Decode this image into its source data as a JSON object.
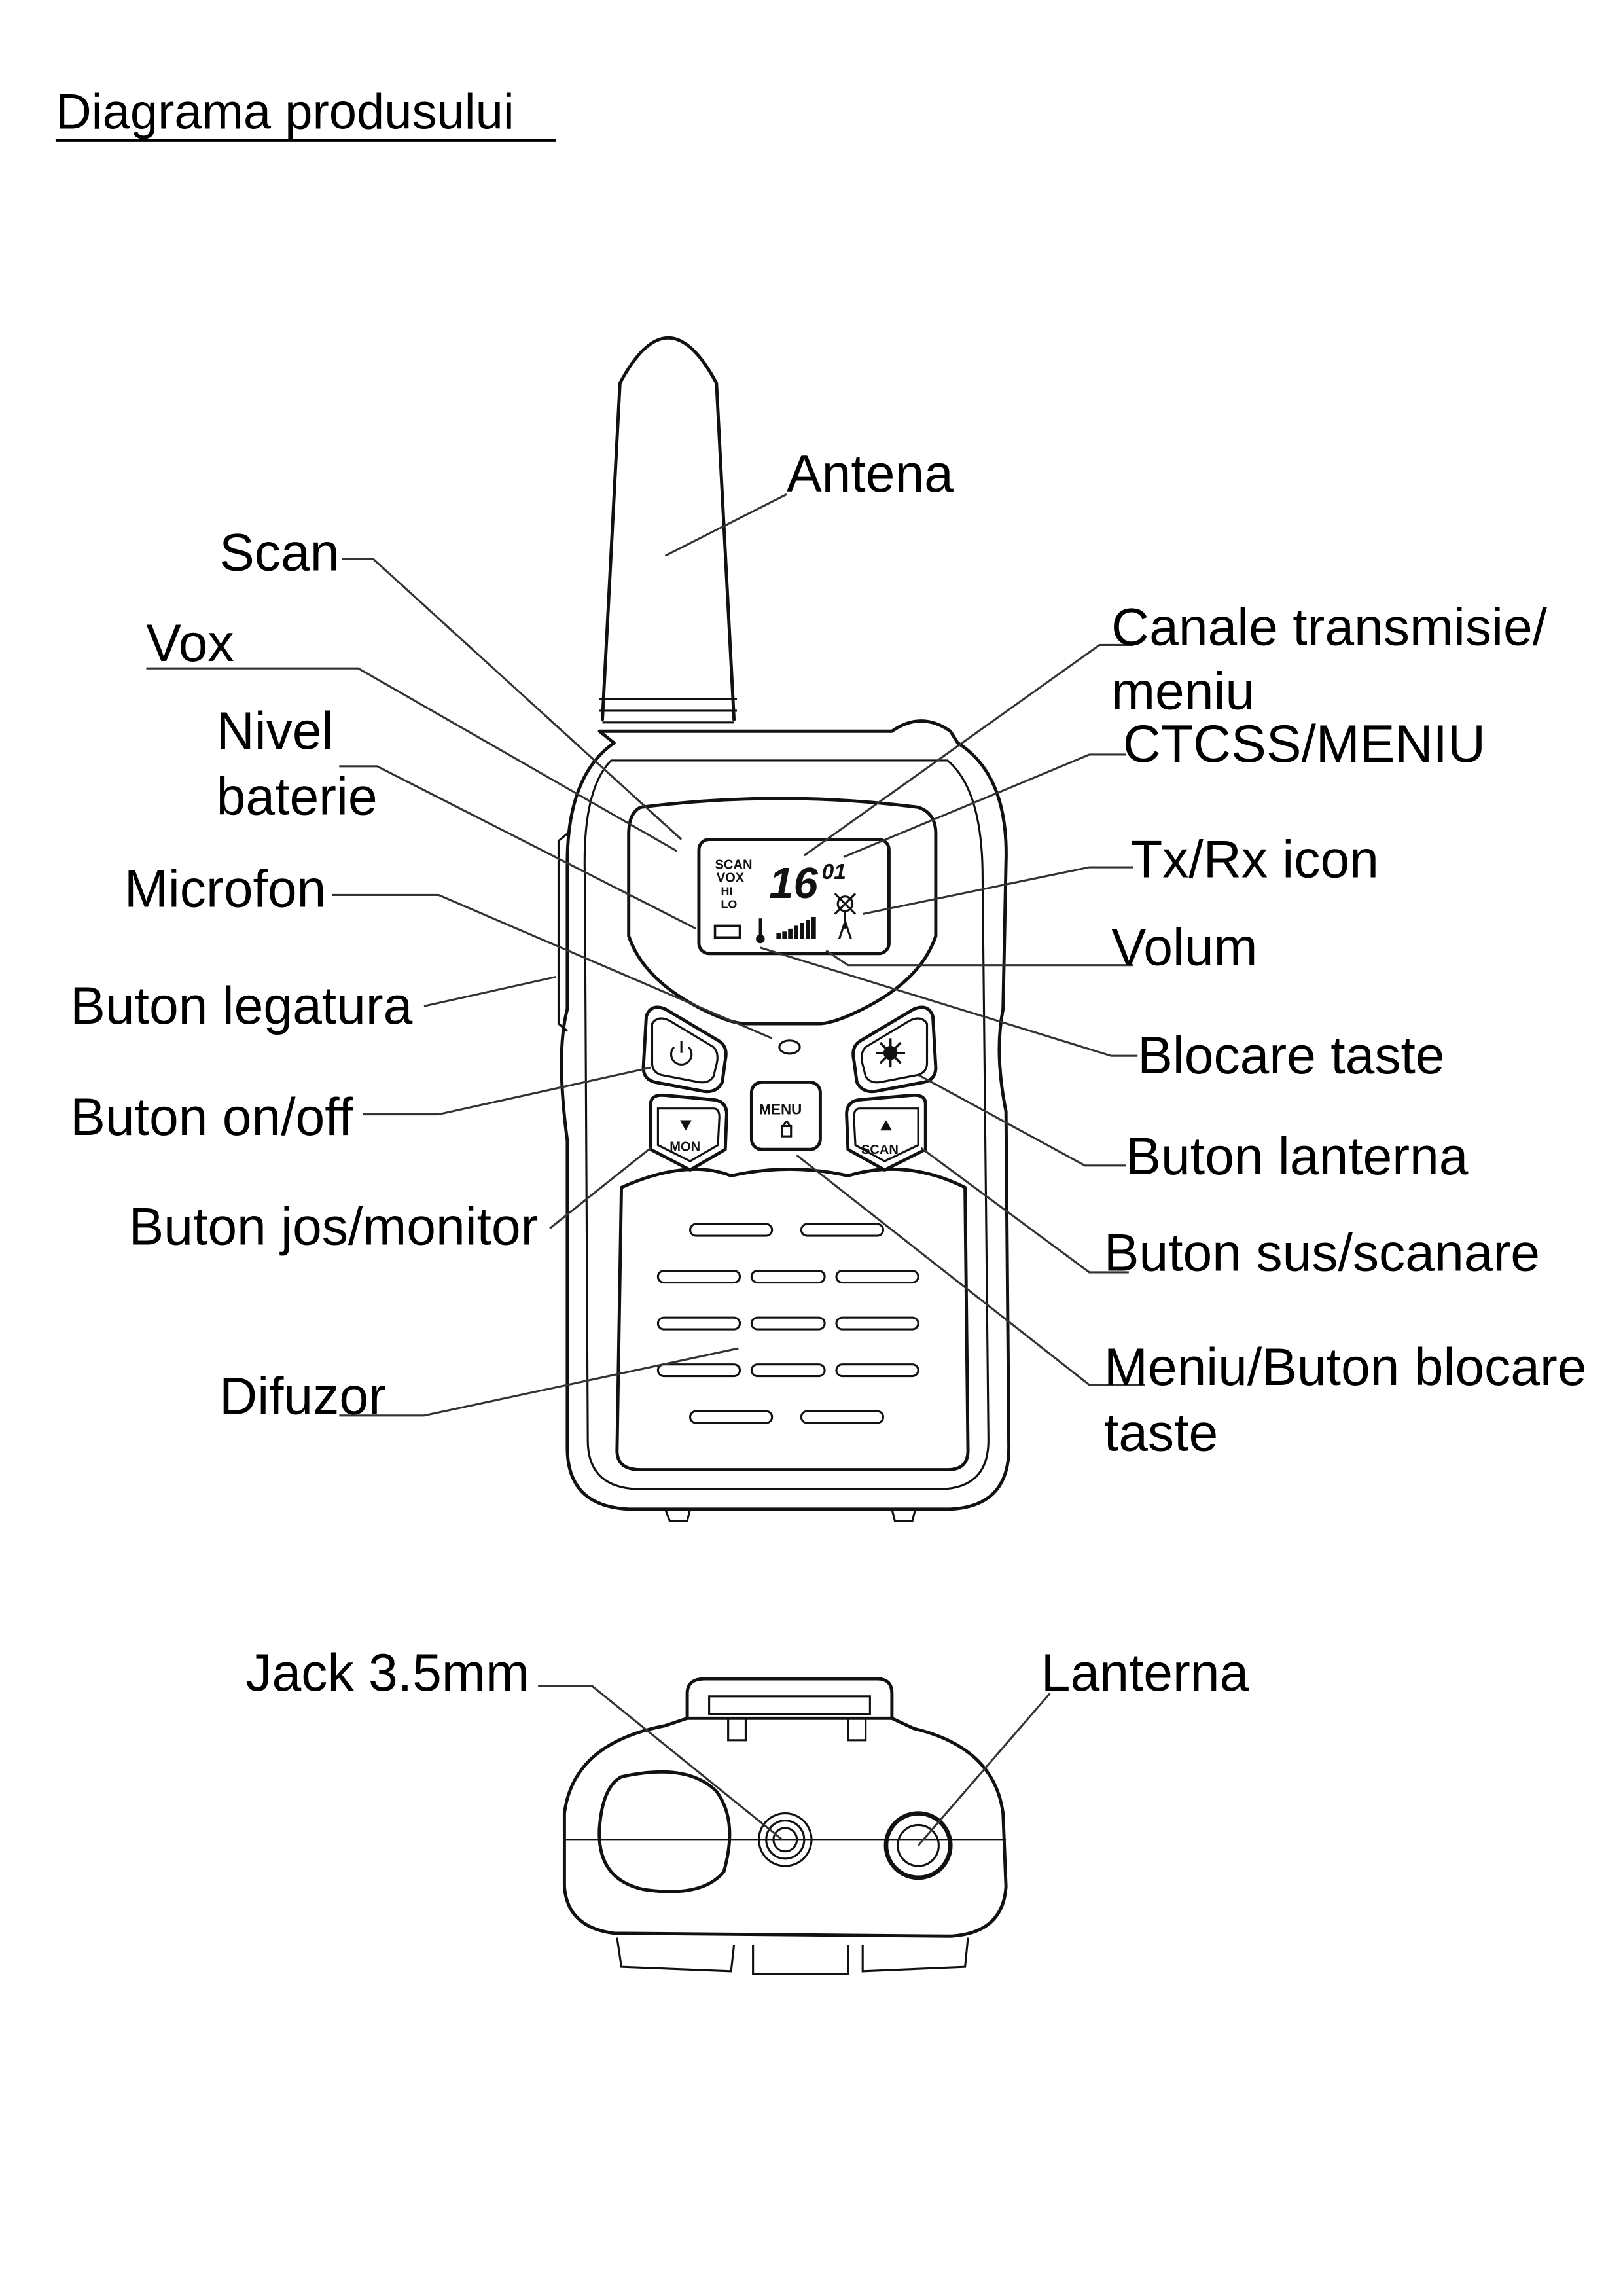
{
  "title": "Diagrama produsului",
  "device_labels": {
    "antenna": "Antena",
    "scan": "Scan",
    "vox": "Vox",
    "battery_level": [
      "Nivel",
      "baterie"
    ],
    "microphone": "Microfon",
    "link_button": "Buton legatura",
    "power_button": "Buton on/off",
    "down_monitor_button": "Buton jos/monitor",
    "speaker": "Difuzor",
    "channels_menu": [
      "Canale transmisie/",
      "meniu"
    ],
    "ctcss_menu": "CTCSS/MENIU",
    "txrx_icon": "Tx/Rx icon",
    "volume": "Volum",
    "key_lock": "Blocare taste",
    "flashlight_button": "Buton lanterna",
    "up_scan_button": "Buton sus/scanare",
    "menu_lock_button": [
      "Meniu/Buton blocare",
      "taste"
    ],
    "jack": "Jack 3.5mm",
    "flashlight": "Lanterna"
  },
  "display": {
    "indicators": [
      "SCAN",
      "VOX",
      "HI",
      "LO"
    ],
    "channel": "16",
    "subcode": "01"
  },
  "buttons": {
    "mon": "MON",
    "menu": "MENU",
    "scan": "SCAN"
  }
}
